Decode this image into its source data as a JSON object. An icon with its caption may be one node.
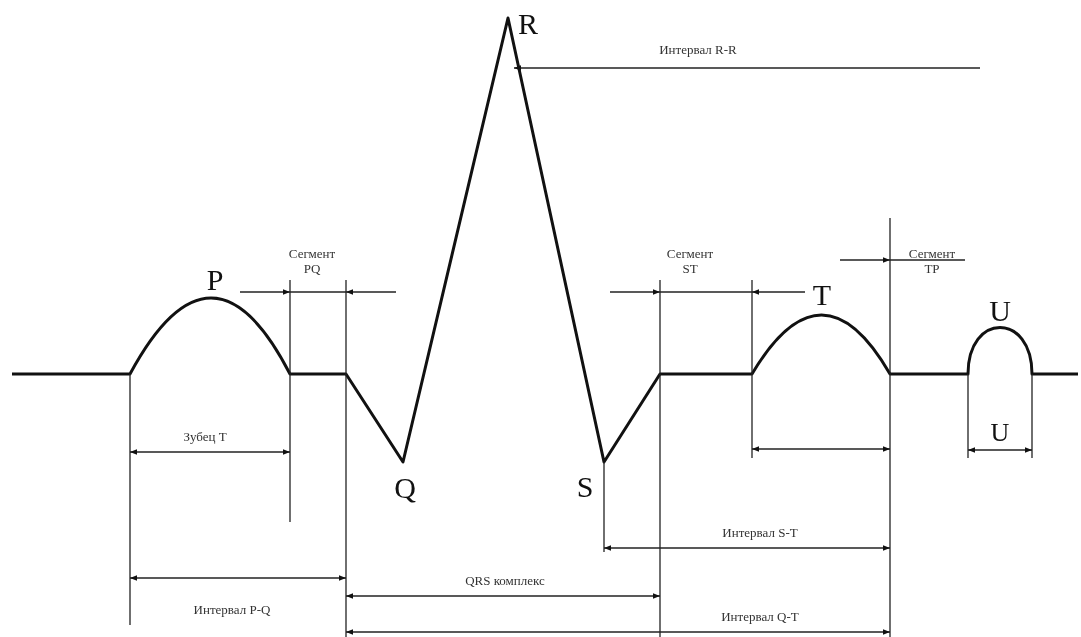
{
  "diagram": {
    "labels": [
      "R",
      "Интервал R-R",
      "Сегмент PQ",
      "P",
      "Сегмент ST",
      "T",
      "Сегмент TP",
      "U",
      "Зубец T",
      "U",
      "Q",
      "S",
      "Интервал S-T",
      "QRS комплекс",
      "Интервал P-Q",
      "Интервал Q-T"
    ]
  }
}
